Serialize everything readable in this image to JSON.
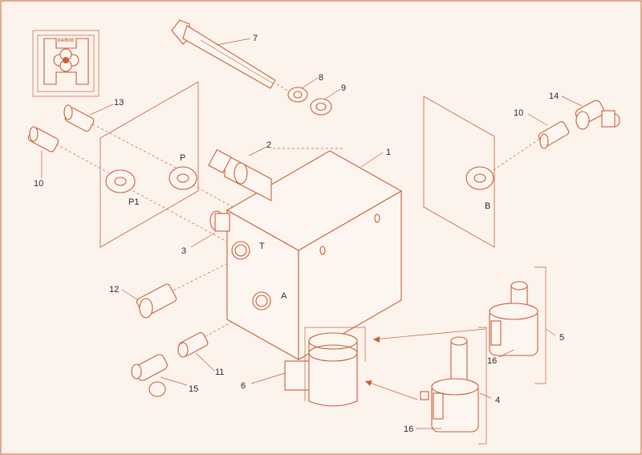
{
  "logo": {
    "text": "VARIO"
  },
  "callouts": [
    {
      "id": "1",
      "text": "1"
    },
    {
      "id": "2",
      "text": "2"
    },
    {
      "id": "3",
      "text": "3"
    },
    {
      "id": "4",
      "text": "4"
    },
    {
      "id": "5",
      "text": "5"
    },
    {
      "id": "6",
      "text": "6"
    },
    {
      "id": "7",
      "text": "7"
    },
    {
      "id": "8",
      "text": "8"
    },
    {
      "id": "9",
      "text": "9"
    },
    {
      "id": "10a",
      "text": "10"
    },
    {
      "id": "10b",
      "text": "10"
    },
    {
      "id": "11",
      "text": "11"
    },
    {
      "id": "12",
      "text": "12"
    },
    {
      "id": "13",
      "text": "13"
    },
    {
      "id": "14",
      "text": "14"
    },
    {
      "id": "15",
      "text": "15"
    },
    {
      "id": "16a",
      "text": "16"
    },
    {
      "id": "16b",
      "text": "16"
    }
  ],
  "port_labels": {
    "p1": "P1",
    "p": "P",
    "b": "B",
    "t": "T",
    "a": "A"
  },
  "colors": {
    "line": "#c7603a",
    "background": "#fbf3ec",
    "text": "#2a2a2a"
  }
}
